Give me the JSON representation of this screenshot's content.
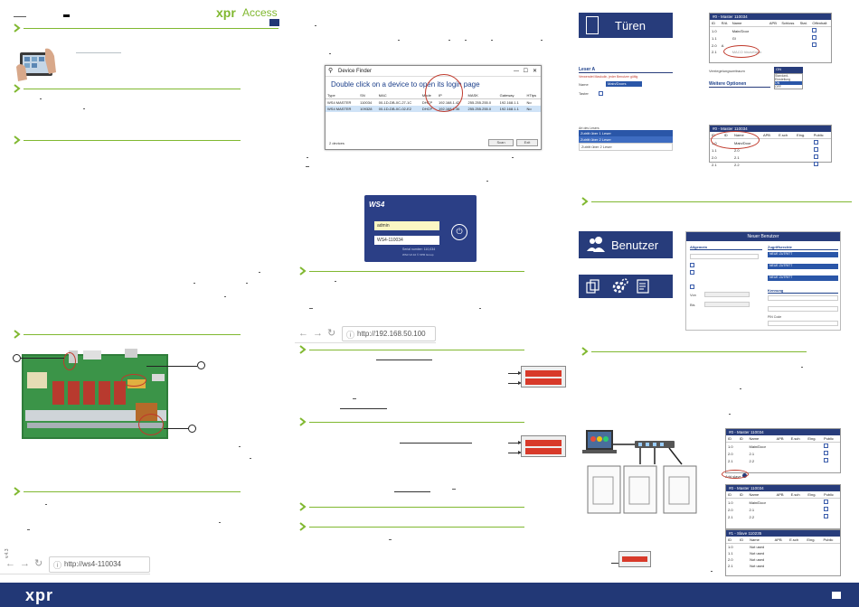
{
  "header": {
    "brand_xpr": "xpr",
    "brand_access": "Access",
    "version": "v.4.3"
  },
  "device_finder": {
    "title": "Device Finder",
    "heading": "Double click on a device to open its login page",
    "columns": [
      "Type",
      "SN",
      "MAC",
      "Mode",
      "IP",
      "MASK",
      "Gateway",
      "HTtps"
    ],
    "rows": [
      [
        "WS4 MASTER",
        "110034",
        "00-1D-DB-0C-27-1C",
        "DHCP",
        "192.168.1.42",
        "255.255.255.0",
        "192.168.1.1",
        "No"
      ],
      [
        "WS4 MASTER",
        "109328",
        "00-1D-DB-0C-02-E2",
        "DHCP",
        "192.168.1.36",
        "255.255.255.0",
        "192.168.1.1",
        "No"
      ]
    ],
    "status": "2 devices",
    "scan_label": "Scan",
    "exit_label": "Exit"
  },
  "login": {
    "logo": "WS4",
    "user": "admin",
    "device": "WS4-110034",
    "serial_label": "Serial number:",
    "serial_value": "110,034",
    "version_line": "WS4 V2.10 © XPR Group"
  },
  "urls": {
    "ip_url": "http://192.168.50.100",
    "host_url": "http://ws4-110034"
  },
  "buttons": {
    "doors": "Türen",
    "users": "Benutzer"
  },
  "reader_panel": {
    "title": "Leser A",
    "line": "Verwendet Maskulin, jeder Benutzer gültig",
    "name_label": "Name",
    "name_value": "Main/Doors",
    "tamper_label": "Taster"
  },
  "doors_table": {
    "title": "#0 - Master 110034",
    "columns": [
      "ID",
      "R/A",
      "Name",
      "APB",
      "Schloss",
      "Stat.",
      "Offenhalt"
    ],
    "rows": [
      [
        "1.0",
        "",
        "Main/Door",
        "",
        "",
        "",
        ""
      ],
      [
        "1.1",
        "",
        "Gl",
        "",
        "",
        "",
        ""
      ],
      [
        "2.0",
        "A",
        "",
        "",
        "",
        "",
        ""
      ],
      [
        "2.1",
        "",
        "",
        "",
        "",
        "",
        ""
      ]
    ],
    "highlight": "MACO hinzufügen"
  },
  "access_dropdown": {
    "label": "Verriegelungszeitraum",
    "value": "ON",
    "options": [
      "Standard-Einstellung",
      "ON",
      "OFF"
    ]
  },
  "options_heading": "Weitere Optionen",
  "reader_select": {
    "label": "Art des Lesers",
    "options": [
      "Zutritt über 1 Leser",
      "Zutritt über 2 Leser",
      "Zutritt über 2 Leser"
    ]
  },
  "doors_table2": {
    "title": "#0 - Master 110034",
    "columns": [
      "ID",
      "ID",
      "Name",
      "APB",
      "E.sch",
      "Eing.",
      "Public"
    ],
    "rows": [
      [
        "1.0",
        "",
        "Main/Door",
        "",
        "",
        "",
        ""
      ],
      [
        "1.1",
        "",
        "2.0",
        "",
        "",
        "",
        ""
      ],
      [
        "2.0",
        "",
        "2.1",
        "",
        "",
        "",
        ""
      ],
      [
        "2.1",
        "",
        "2.2",
        "",
        "",
        "",
        ""
      ]
    ]
  },
  "user_form": {
    "title": "Neuer Benutzer",
    "section_general": "Allgemein",
    "section_access": "Zugriffsrechte",
    "section_ident": "Kennung",
    "placeholder": "NEUE ZUTRITT",
    "valid_from": "Von",
    "valid_to": "Bis",
    "pin_label": "PIN Code"
  },
  "network_tables": {
    "master_title": "#0 - Master 110034",
    "slave_title": "#1 - Slave 110235",
    "columns": [
      "ID",
      "ID",
      "Name",
      "APB",
      "E.sch",
      "Eing.",
      "Public"
    ],
    "master_rows": [
      [
        "1.0",
        "",
        "Main/Door",
        "",
        "",
        "",
        ""
      ],
      [
        "2.0",
        "",
        "2.1",
        "",
        "",
        "",
        ""
      ],
      [
        "2.1",
        "",
        "2.2",
        "",
        "",
        "",
        ""
      ]
    ],
    "slave_rows": [
      [
        "1.0",
        "",
        "Not used",
        "",
        "",
        "",
        ""
      ],
      [
        "1.1",
        "",
        "Not used",
        "",
        "",
        "",
        ""
      ],
      [
        "2.0",
        "",
        "Not used",
        "",
        "",
        "",
        ""
      ],
      [
        "2.1",
        "",
        "Not used",
        "",
        "",
        "",
        ""
      ]
    ],
    "add_label": "Add slave"
  },
  "footer": {
    "logo": "xpr"
  },
  "colors": {
    "navy": "#223876",
    "green": "#80b830",
    "red": "#c0392b"
  }
}
